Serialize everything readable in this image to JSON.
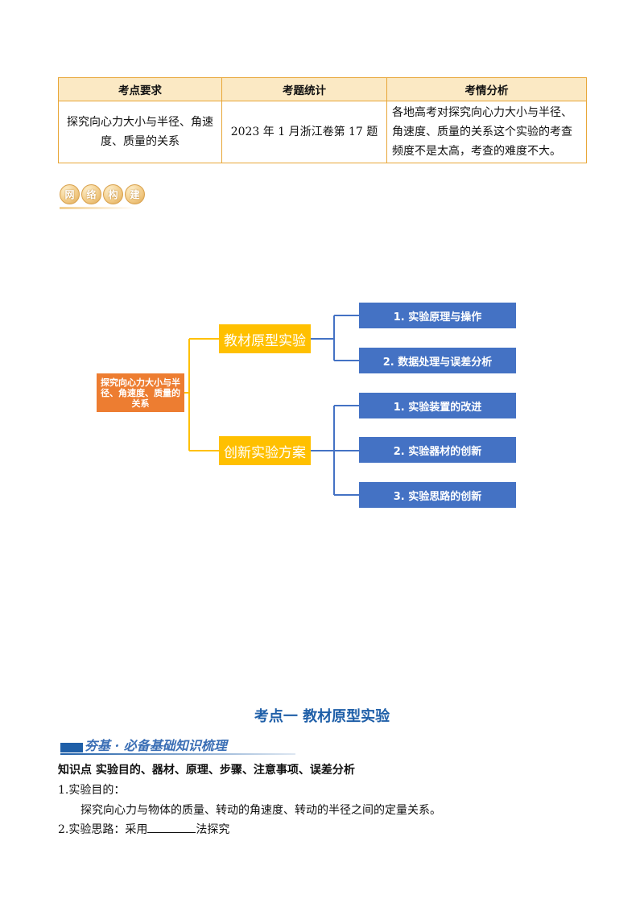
{
  "table": {
    "headers": [
      "考点要求",
      "考题统计",
      "考情分析"
    ],
    "row": [
      "探究向心力大小与半径、角速度、质量的关系",
      "2023 年 1 月浙江卷第 17 题",
      "各地高考对探究向心力大小与半径、角速度、质量的关系这个实验的考查频度不是太高，考查的难度不大。"
    ]
  },
  "badge": [
    "网",
    "络",
    "构",
    "建"
  ],
  "mindmap": {
    "root": "探究向心力大小与半径、角速度、质量的关系",
    "branch1": "教材原型实验",
    "branch1_items": [
      "1. 实验原理与操作",
      "2. 数据处理与误差分析"
    ],
    "branch2": "创新实验方案",
    "branch2_items": [
      "1. 实验装置的改进",
      "2. 实验器材的创新",
      "3. 实验思路的创新"
    ]
  },
  "section_title": "考点一  教材原型实验",
  "banner": "夯基 · 必备基础知识梳理",
  "knowledge_point": "知识点   实验目的、器材、原理、步骤、注意事项、误差分析",
  "purpose_heading": "1.实验目的：",
  "purpose_text": "探究向心力与物体的质量、转动的角速度、转动的半径之间的定量关系。",
  "idea_prefix": "2.实验思路：采用",
  "idea_suffix": "法探究",
  "colors": {
    "orange": "#ed7d31",
    "yellow": "#ffc000",
    "blue": "#4472c4",
    "line_yellow": "#ffc000",
    "line_blue": "#4472c4",
    "table_border": "#e8a637",
    "header_bg": "#fbe9c4",
    "heading": "#1f5fa8"
  }
}
